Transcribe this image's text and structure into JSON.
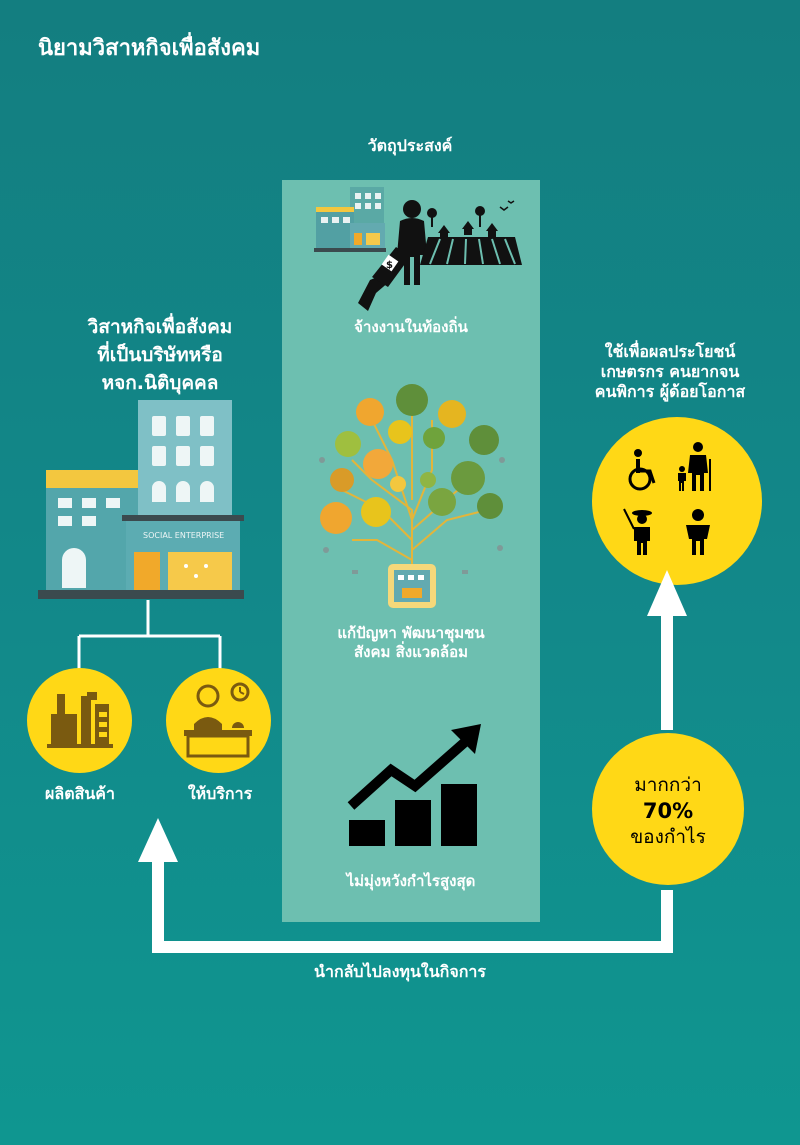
{
  "page": {
    "title": "นิยามวิสาหกิจเพื่อสังคม"
  },
  "objective": {
    "label": "วัตถุประสงค์"
  },
  "enterprise": {
    "label_lines": [
      "วิสาหกิจเพื่อสังคม",
      "ที่เป็นบริษัทหรือ",
      "หจก.นิติบุคคล"
    ],
    "sign_text": "SOCIAL ENTERPRISE"
  },
  "activities": {
    "produce_label": "ผลิตสินค้า",
    "service_label": "ให้บริการ"
  },
  "center": {
    "local_jobs_label": "จ้างงานในท้องถิ่น",
    "solve_lines": [
      "แก้ปัญหา พัฒนาชุมชน",
      "สังคม สิ่งแวดล้อม"
    ],
    "no_max_profit_label": "ไม่มุ่งหวังกำไรสูงสุด"
  },
  "beneficiaries": {
    "label_lines": [
      "ใช้เพื่อผลประโยชน์",
      "เกษตรกร คนยากจน",
      "คนพิการ ผู้ด้อยโอกาส"
    ]
  },
  "profit": {
    "lines": [
      "มากกว่า",
      "70%",
      "ของกำไร"
    ]
  },
  "reinvest": {
    "label": "นำกลับไปลงทุนในกิจการ"
  },
  "colors": {
    "accent_yellow": "#ffd816",
    "center_panel": "#6dbfb0",
    "background": "#12898a"
  }
}
